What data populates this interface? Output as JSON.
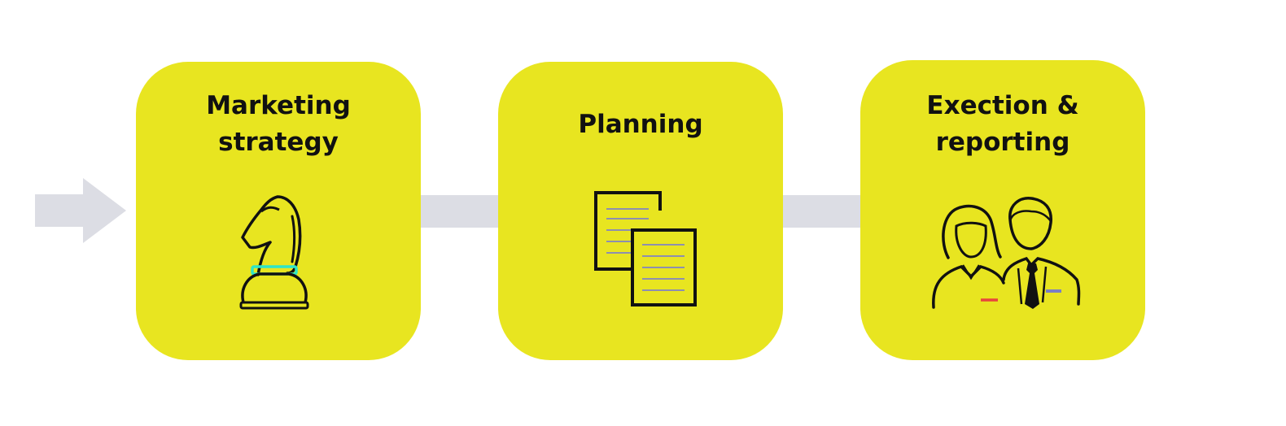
{
  "colors": {
    "card": "#e8e520",
    "connector": "#dcdde4",
    "text": "#111111",
    "knight_ring": "#2ee5c8",
    "doc_lines": "#8d8fb0",
    "accent_red": "#e8453c",
    "accent_blue": "#7b7fc4"
  },
  "steps": [
    {
      "title": "Marketing\nstrategy",
      "icon": "chess-knight-icon"
    },
    {
      "title": "Planning",
      "icon": "documents-icon"
    },
    {
      "title": "Exection &\nreporting",
      "icon": "people-icon"
    }
  ]
}
